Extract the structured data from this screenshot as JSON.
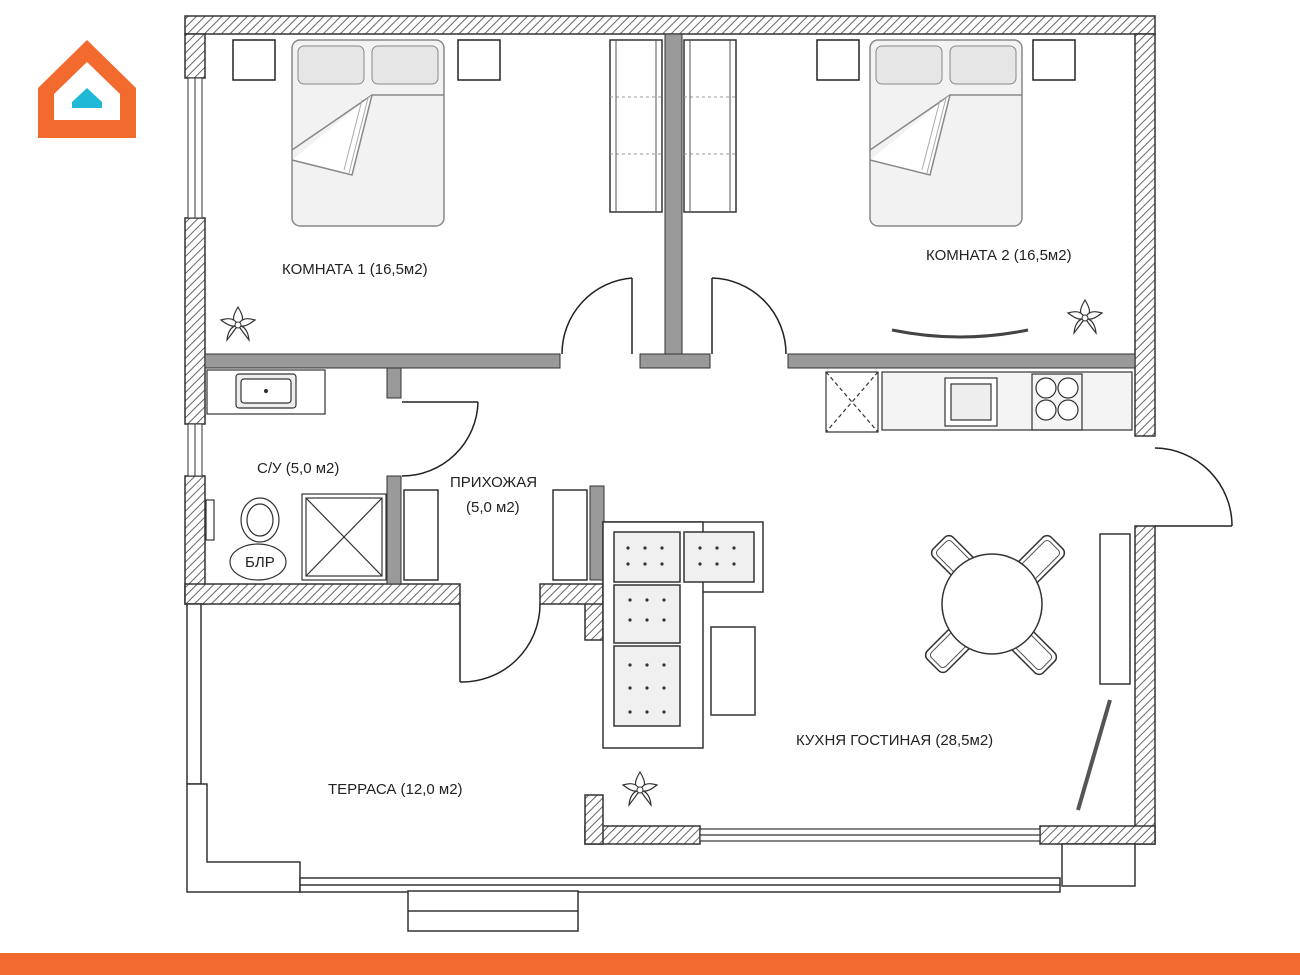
{
  "brand": {
    "logo_icon": "house-logo-icon",
    "accent_color": "#f26a2e",
    "logo_inner_color": "#1fb9d6"
  },
  "plan": {
    "wall_hatch_color": "#555555",
    "rooms": {
      "room1": "КОМНАТА 1 (16,5м2)",
      "room2": "КОМНАТА 2 (16,5м2)",
      "bathroom": "С/У (5,0 м2)",
      "hallway_line1": "ПРИХОЖАЯ",
      "hallway_line2": "(5,0 м2)",
      "kitchen_living": "КУХНЯ ГОСТИНАЯ (28,5м2)",
      "terrace": "ТЕРРАСА (12,0 м2)"
    },
    "boiler_label": "БЛР"
  }
}
